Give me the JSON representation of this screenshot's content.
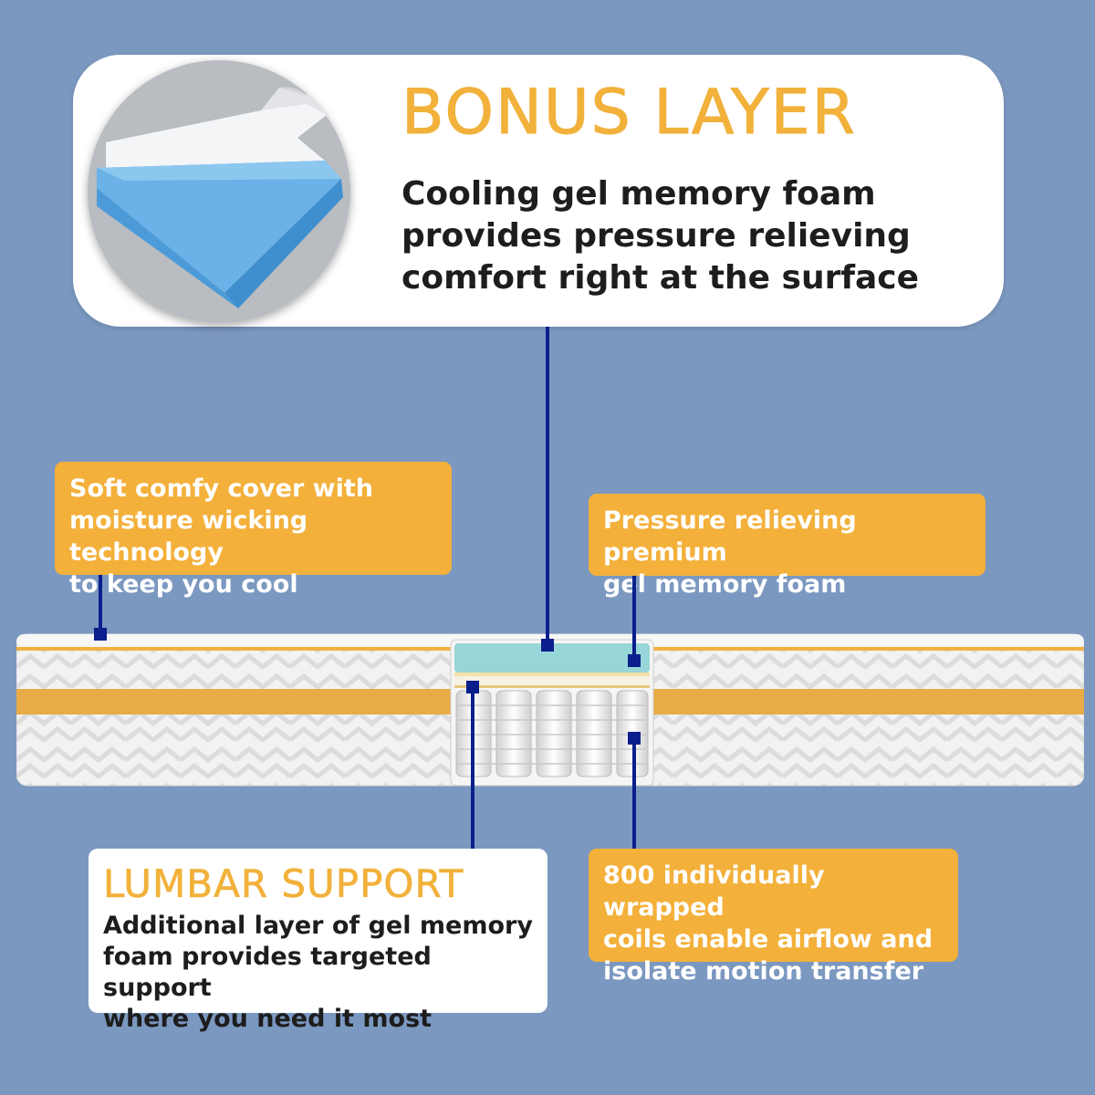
{
  "bonus": {
    "title": "BONUS LAYER",
    "lines": [
      "Cooling gel memory foam",
      "provides pressure relieving",
      "comfort right at the surface"
    ]
  },
  "cover": {
    "lines": [
      "Soft comfy cover with",
      "moisture wicking technology",
      "to keep you cool"
    ]
  },
  "premium": {
    "lines": [
      "Pressure relieving premium",
      "gel memory foam"
    ]
  },
  "lumbar": {
    "title": "LUMBAR SUPPORT",
    "lines": [
      "Additional layer of gel memory",
      "foam provides targeted support",
      "where you need it most"
    ]
  },
  "coils": {
    "lines": [
      "800 individually wrapped",
      "coils enable airflow and",
      "isolate motion transfer"
    ]
  },
  "colors": {
    "background": "#7b98c0",
    "accent_orange": "#f3b03a",
    "connector_navy": "#0a1f8c",
    "foam_blue": "#6ab2e8"
  }
}
